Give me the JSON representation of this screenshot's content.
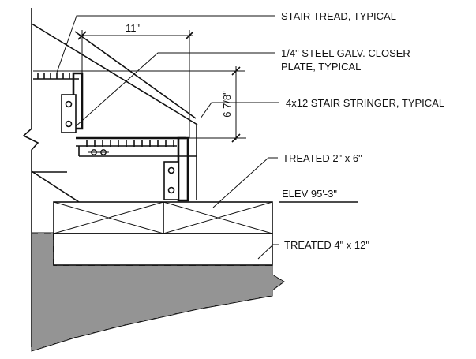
{
  "callouts": {
    "stair_tread": "STAIR TREAD, TYPICAL",
    "closer_plate_line1": "1/4\" STEEL GALV. CLOSER",
    "closer_plate_line2": "PLATE, TYPICAL",
    "stringer": "4x12 STAIR STRINGER, TYPICAL",
    "treated_2x6": "TREATED 2\" x 6\"",
    "elevation": "ELEV 95'-3\"",
    "treated_4x12": "TREATED 4\" x 12\""
  },
  "dimensions": {
    "tread_run": "11\"",
    "riser_height": "6 7/8\""
  }
}
